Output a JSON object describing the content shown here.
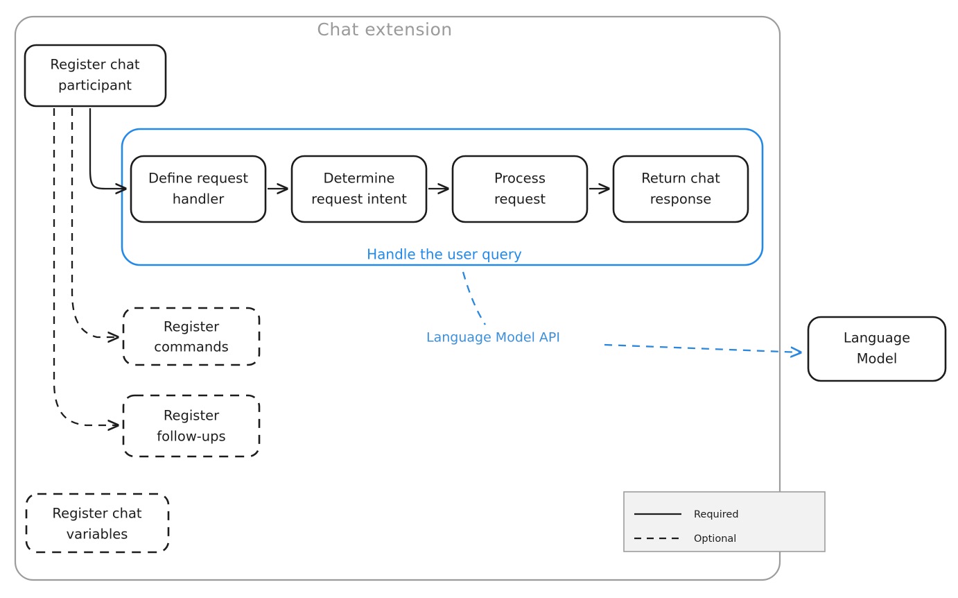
{
  "diagram": {
    "title": "Chat extension",
    "nodes": {
      "register_chat_participant": "Register chat participant",
      "register_chat_participant_line1": "Register chat",
      "register_chat_participant_line2": "participant",
      "define_request_handler_line1": "Define request",
      "define_request_handler_line2": "handler",
      "determine_request_intent_line1": "Determine",
      "determine_request_intent_line2": "request intent",
      "process_request_line1": "Process",
      "process_request_line2": "request",
      "return_chat_response_line1": "Return chat",
      "return_chat_response_line2": "response",
      "register_commands_line1": "Register",
      "register_commands_line2": "commands",
      "register_followups_line1": "Register",
      "register_followups_line2": "follow-ups",
      "register_chat_variables_line1": "Register chat",
      "register_chat_variables_line2": "variables",
      "language_model_line1": "Language",
      "language_model_line2": "Model"
    },
    "groups": {
      "handle_user_query": "Handle the user query"
    },
    "edge_labels": {
      "language_model_api": "Language Model API"
    },
    "legend": {
      "required": "Required",
      "optional": "Optional"
    },
    "colors": {
      "accent_blue": "#2389e8",
      "edge_blue": "#2b87de",
      "frame_gray": "#9c9c9c",
      "title_gray": "#9a9a9a",
      "node_stroke": "#1c1c1c",
      "legend_fill": "#f2f2f2",
      "background": "#ffffff"
    }
  }
}
